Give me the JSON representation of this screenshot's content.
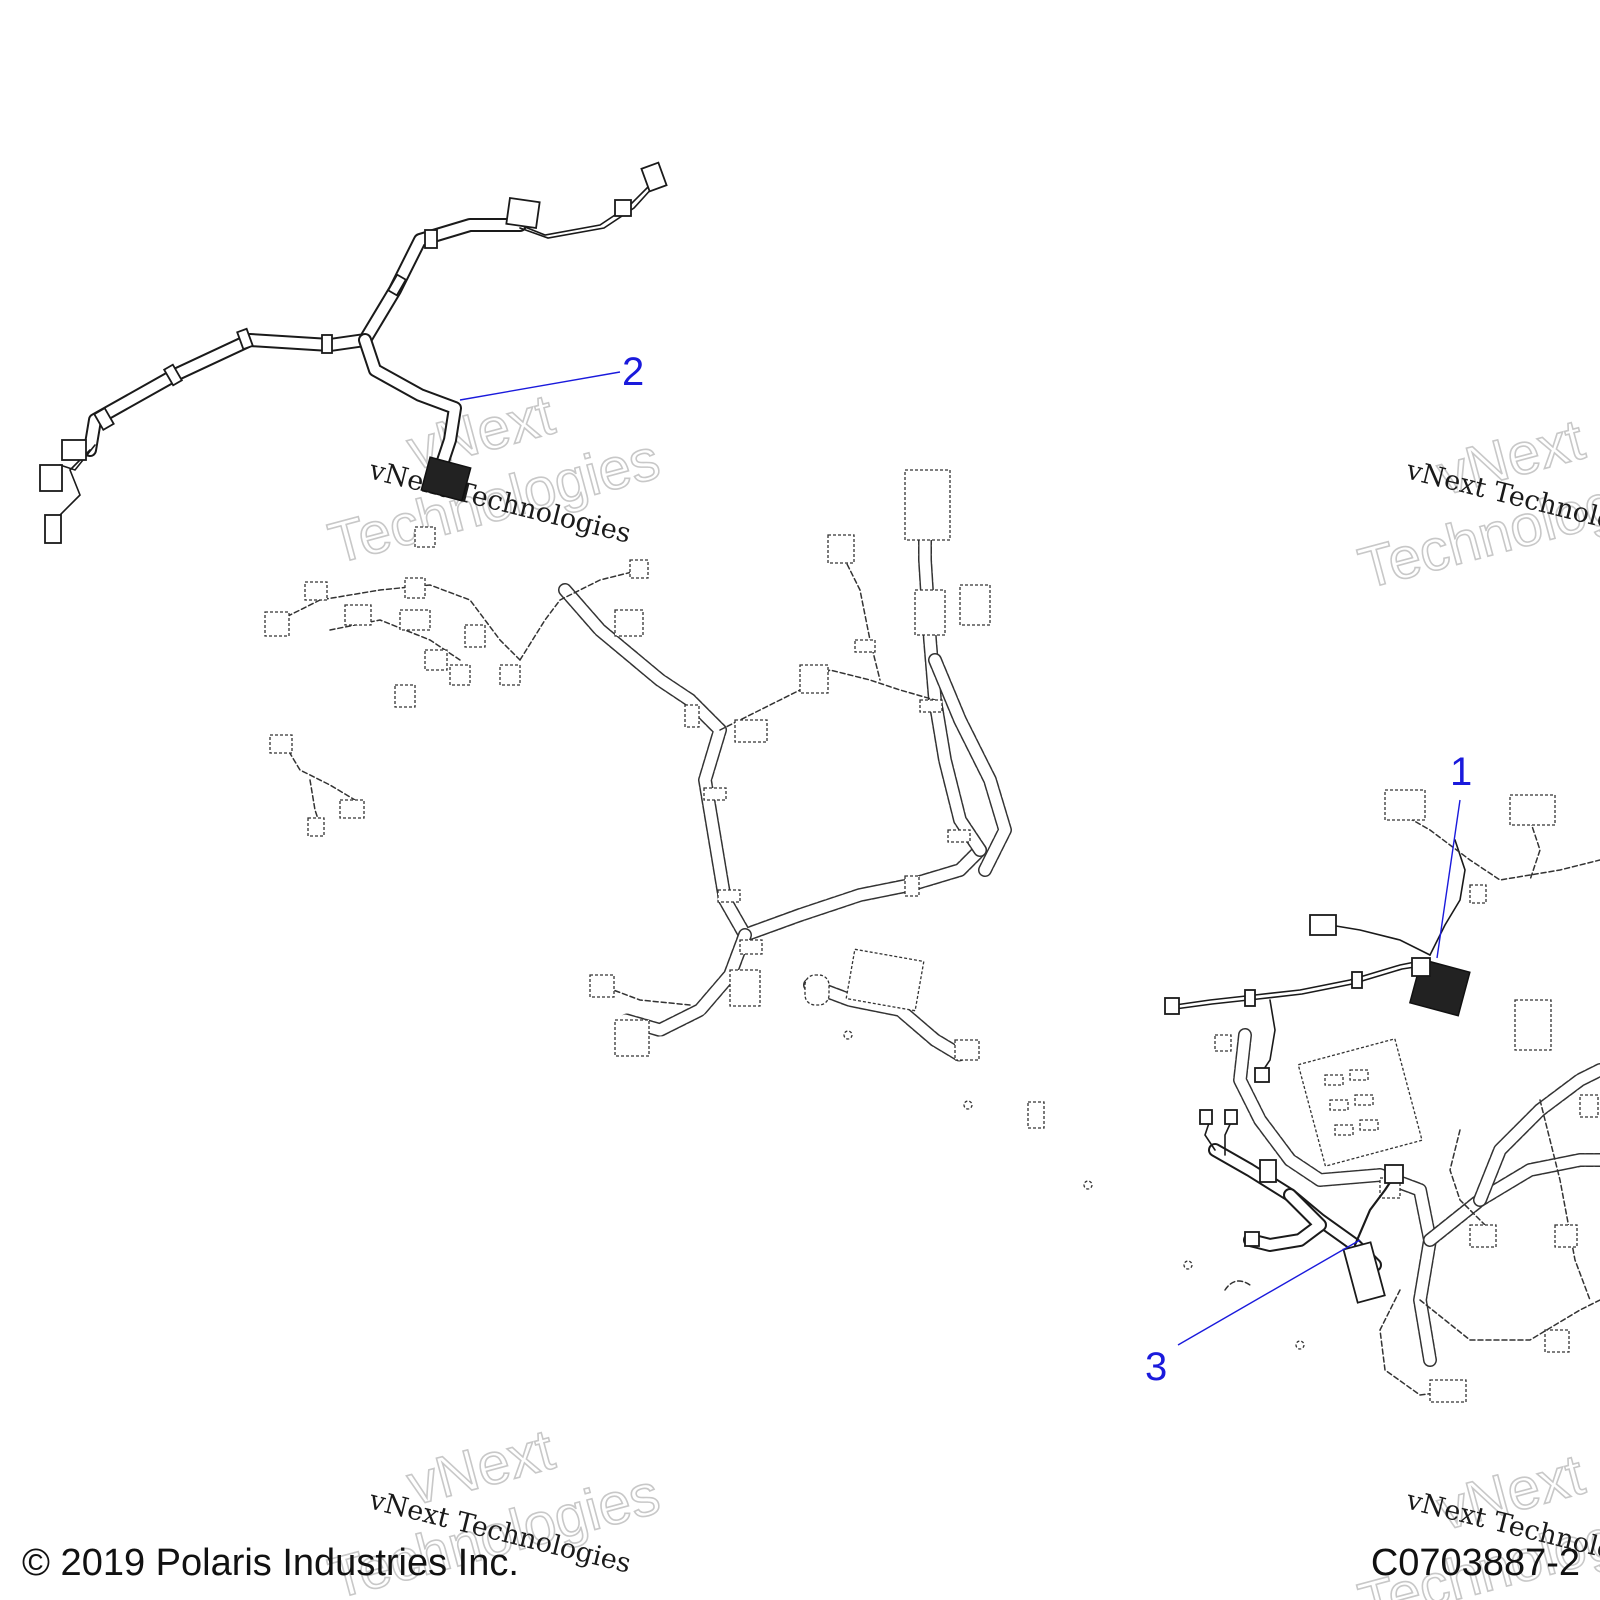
{
  "callouts": [
    {
      "id": "1",
      "label": "1"
    },
    {
      "id": "2",
      "label": "2"
    },
    {
      "id": "3",
      "label": "3"
    }
  ],
  "watermark": {
    "line1": "vNext",
    "line2": "Technologies",
    "caption": "vNext Technologies"
  },
  "footer": {
    "copyright": "© 2019 Polaris Industries Inc.",
    "part_code": "C0703887-2"
  },
  "colors": {
    "callout": "#1a1adc",
    "ink": "#1a1a1a",
    "watermark": "#c8c8c8"
  }
}
